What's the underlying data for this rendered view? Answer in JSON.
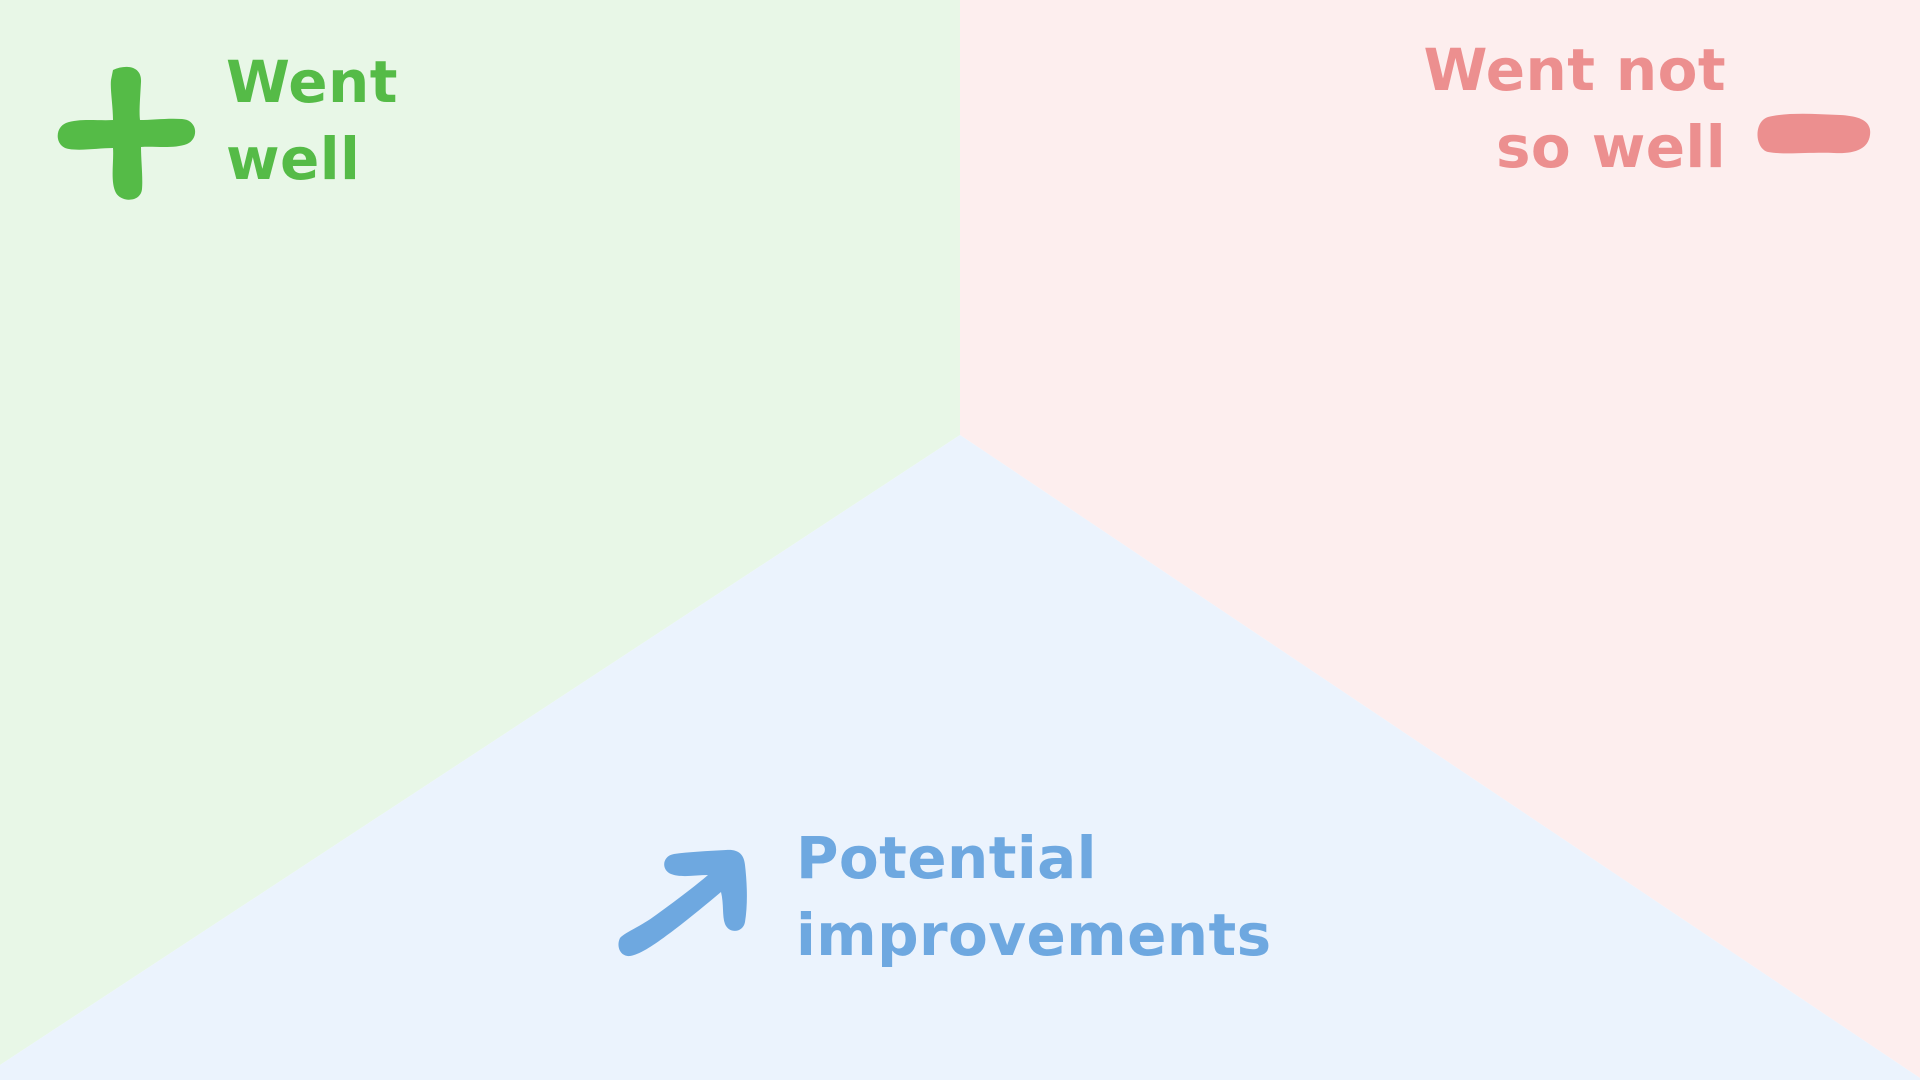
{
  "board": {
    "kind": "retrospective-board",
    "background": "#FFFFFF"
  },
  "columns": {
    "positive": {
      "title": "Went\nwell",
      "icon": "plus-icon",
      "text_color": "#55BB47",
      "icon_color": "#55BB47",
      "background_color": "#E8F7E7"
    },
    "negative": {
      "title": "Went not\nso well",
      "icon": "minus-icon",
      "text_color": "#EC8F8F",
      "icon_color": "#EC8F8F",
      "background_color": "#FDEEEE"
    },
    "improvements": {
      "title": "Potential\nimprovements",
      "icon": "arrow-up-right-icon",
      "text_color": "#6EA8E0",
      "icon_color": "#6EA8E0",
      "background_color": "#EBF3FD"
    }
  }
}
